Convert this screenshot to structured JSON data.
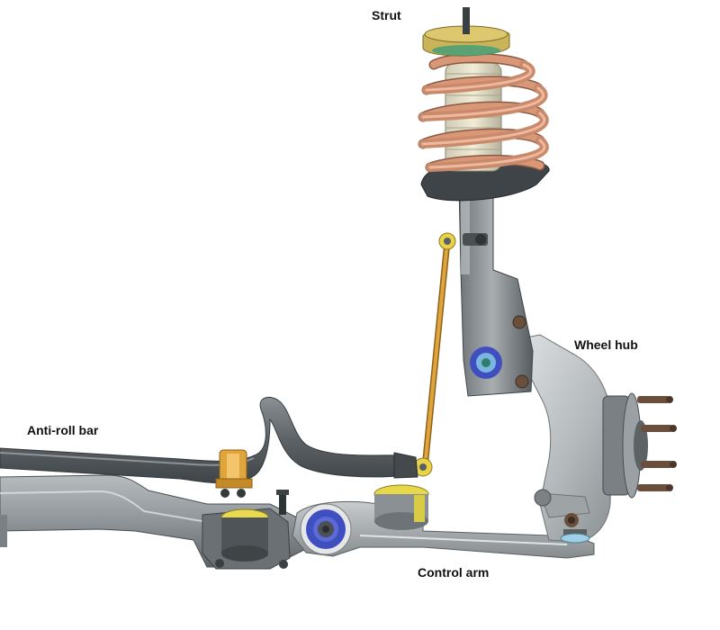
{
  "labels": {
    "strut": "Strut",
    "wheel_hub": "Wheel hub",
    "anti_roll_bar": "Anti-roll bar",
    "control_arm": "Control arm"
  },
  "colors": {
    "metal_dark": "#4f5558",
    "metal_mid": "#7b8184",
    "metal_light": "#b9bec1",
    "spring": "#c98a6b",
    "spring_dark": "#8a5a44",
    "strut_mount": "#c9b45a",
    "bushing_blue": "#3f4fc0",
    "bushing_yellow": "#e6d84a",
    "link_orange": "#e0a43c"
  }
}
